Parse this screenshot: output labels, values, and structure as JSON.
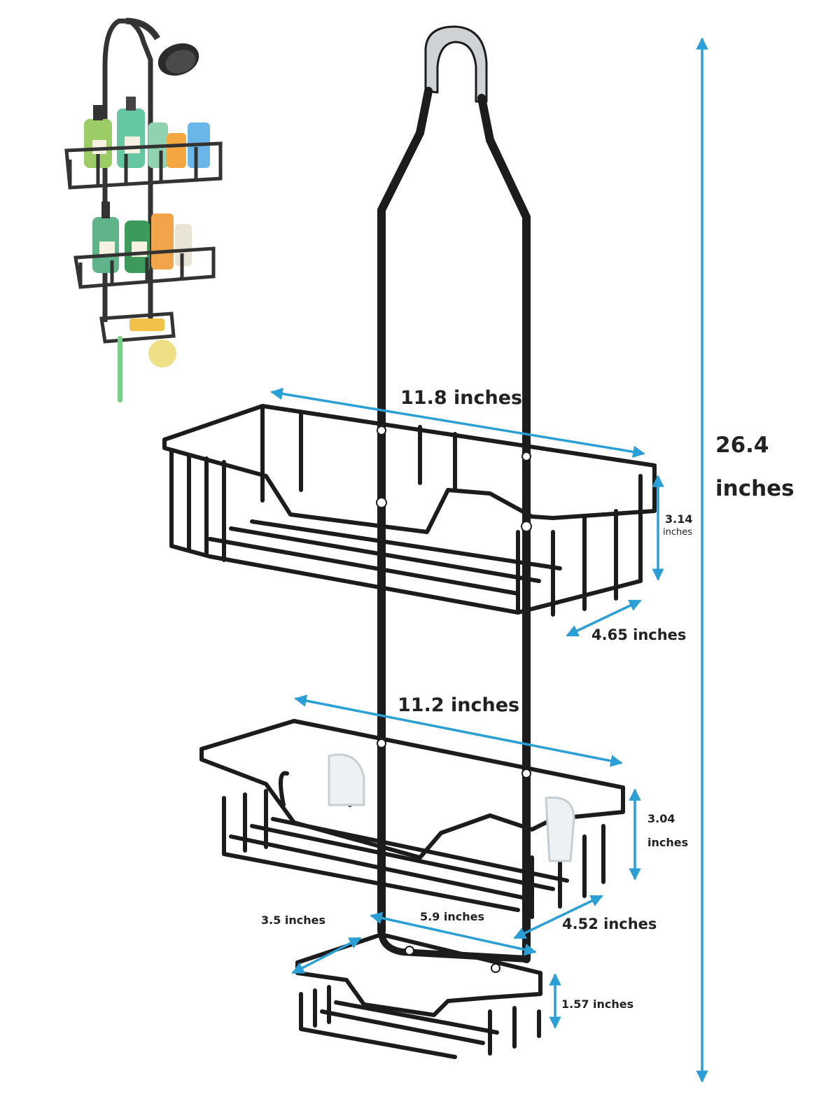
{
  "dimensions": {
    "total_height": "26.4",
    "total_height_unit": "inches",
    "top_shelf": {
      "width": "11.8 inches",
      "height_value": "3.14",
      "height_unit": "inches",
      "depth": "4.65 inches"
    },
    "middle_shelf": {
      "width": "11.2 inches",
      "height_value": "3.04",
      "height_unit": "inches",
      "depth": "4.52 inches"
    },
    "soap_dish": {
      "width": "5.9 inches",
      "depth": "3.5 inches",
      "height": "1.57 inches"
    }
  },
  "colors": {
    "frame": "#1c1c1c",
    "arrow": "#2a9fd6",
    "hook": "#cfd3d6",
    "label": "#222222",
    "soap": "#f2c248",
    "sponge": "#efe088",
    "toothbrush": "#7ccf8a"
  },
  "icons": {
    "product_thumbnail": "shower-caddy-with-bottles",
    "shower_head": "shower-head-icon"
  }
}
